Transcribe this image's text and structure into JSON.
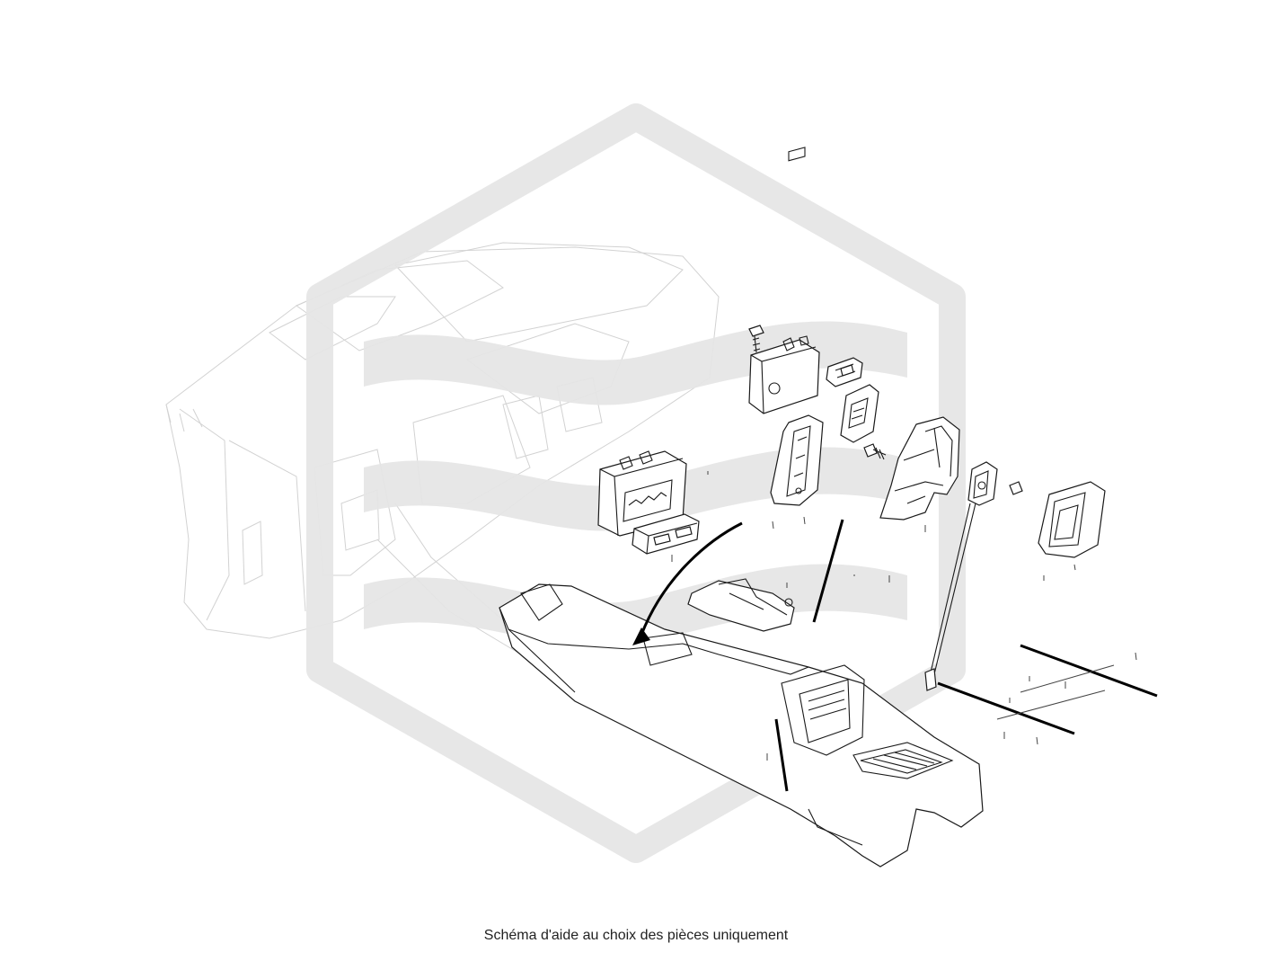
{
  "caption": "Schéma d'aide au choix des pièces uniquement",
  "colors": {
    "watermark": "#e6e6e6",
    "line_art": "#1a1a1a",
    "background_art": "#d2d2d2",
    "leader_lines": "#000000"
  },
  "watermark": {
    "shape": "hexagon-with-wave-bands"
  },
  "parts": [
    {
      "name": "screw-top"
    },
    {
      "name": "upper-switch-panel"
    },
    {
      "name": "small-switch"
    },
    {
      "name": "switch-housing"
    },
    {
      "name": "large-bezel"
    },
    {
      "name": "screw-mid"
    },
    {
      "name": "mounting-bracket"
    },
    {
      "name": "usb-module"
    },
    {
      "name": "clip"
    },
    {
      "name": "cup-holder-insert"
    },
    {
      "name": "lower-switch-panel"
    },
    {
      "name": "switch-block"
    },
    {
      "name": "console-tray"
    },
    {
      "name": "center-console"
    }
  ]
}
